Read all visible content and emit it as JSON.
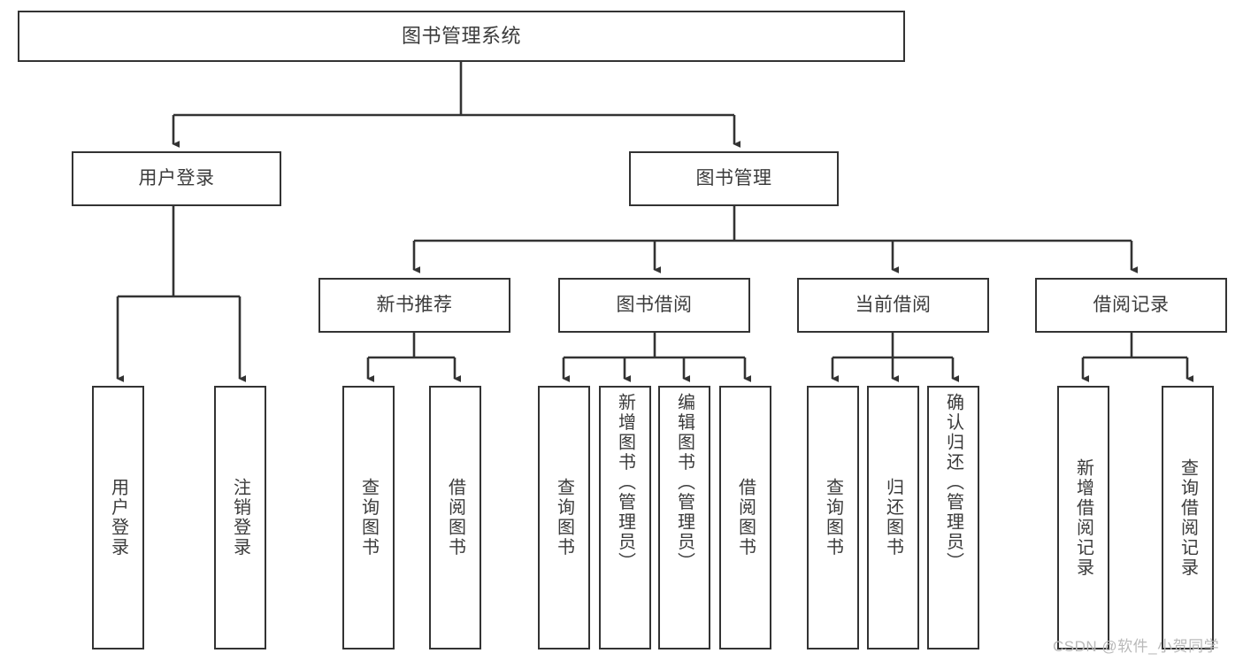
{
  "diagram": {
    "title": "图书管理系统",
    "type": "tree-hierarchy-chart",
    "root": {
      "label": "图书管理系统"
    },
    "level2": [
      {
        "label": "用户登录"
      },
      {
        "label": "图书管理"
      }
    ],
    "level3": [
      {
        "label": "新书推荐"
      },
      {
        "label": "图书借阅"
      },
      {
        "label": "当前借阅"
      },
      {
        "label": "借阅记录"
      }
    ],
    "leaves": {
      "user_login": [
        {
          "label": "用户登录"
        },
        {
          "label": "注销登录"
        }
      ],
      "new_book_recommend": [
        {
          "label": "查询图书"
        },
        {
          "label": "借阅图书"
        }
      ],
      "book_borrow": [
        {
          "label": "查询图书"
        },
        {
          "label": "新增图书（管理员）"
        },
        {
          "label": "编辑图书（管理员）"
        },
        {
          "label": "借阅图书"
        }
      ],
      "current_borrow": [
        {
          "label": "查询图书"
        },
        {
          "label": "归还图书"
        },
        {
          "label": "确认归还（管理员）"
        }
      ],
      "borrow_record": [
        {
          "label": "新增借阅记录"
        },
        {
          "label": "查询借阅记录"
        }
      ]
    },
    "watermark": "CSDN @软件_小贺同学",
    "colors": {
      "stroke": "#333333",
      "text": "#3b3b3b",
      "background": "#ffffff",
      "watermark": "#b9b9b9"
    }
  }
}
